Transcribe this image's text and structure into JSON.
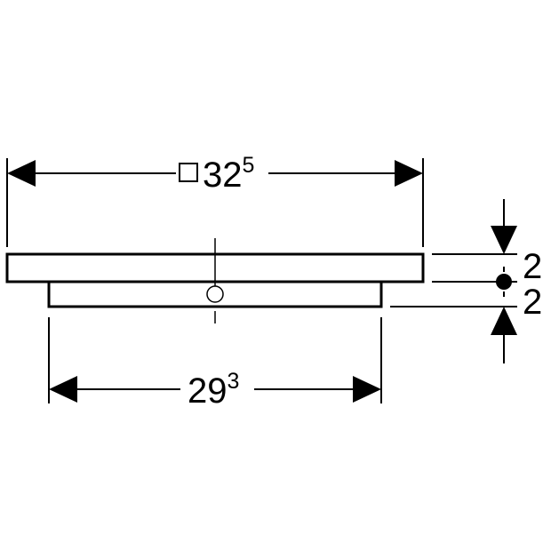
{
  "drawing": {
    "line_color": "#000000",
    "background": "#ffffff"
  },
  "dimensions": {
    "top_width": {
      "prefix_symbol": "square-symbol",
      "main": "32",
      "superscript": "5"
    },
    "bottom_width": {
      "main": "29",
      "superscript": "3"
    },
    "upper_thickness": "2",
    "lower_thickness": "2"
  }
}
